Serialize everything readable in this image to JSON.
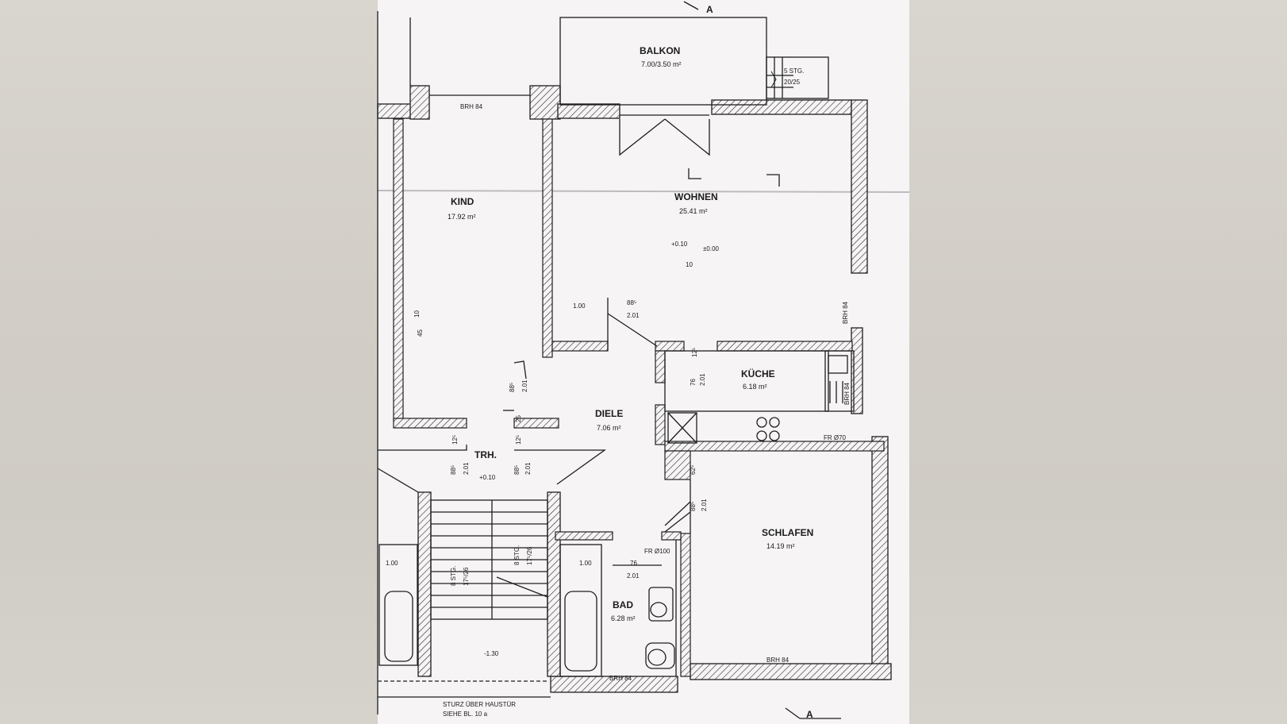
{
  "rooms": {
    "balkon": {
      "name": "BALKON",
      "area": "7.00/3.50 m²"
    },
    "kind": {
      "name": "KIND",
      "area": "17.92 m²"
    },
    "wohnen": {
      "name": "WOHNEN",
      "area": "25.41 m²"
    },
    "kueche": {
      "name": "KÜCHE",
      "area": "6.18 m²"
    },
    "diele": {
      "name": "DIELE",
      "area": "7.06 m²"
    },
    "trh": {
      "name": "TRH."
    },
    "schlafen": {
      "name": "SCHLAFEN",
      "area": "14.19 m²"
    },
    "bad": {
      "name": "BAD",
      "area": "6.28 m²"
    }
  },
  "labels": {
    "brh_kind": "BRH 84",
    "brh_wohnen": "BRH 84",
    "brh_kueche": "BRH 84",
    "brh_schlafen": "BRH 84",
    "brh_bad": "BRH 84",
    "stairs_outside": "5 STG.",
    "stairs_outside_ratio": "20/25",
    "stairs_left": "8 STG.",
    "stairs_left_ratio": "17⁵/26",
    "stairs_right": "8 STG.",
    "stairs_right_ratio": "17⁵/26",
    "fr_kueche": "FR Ø70",
    "fr_bad": "FR Ø100",
    "level_wohnen_a": "+0.10",
    "level_wohnen_b": "±0.00",
    "level_wohnen_c": "10",
    "level_trh": "+0.10",
    "level_lower": "-1.30",
    "section_top": "A",
    "section_bottom": "A",
    "note_line1": "STURZ ÜBER HAUSTÜR",
    "note_line2": "SIEHE BL. 10 a"
  },
  "dimensions": {
    "kind_door_w": "88⁵",
    "kind_door_h": "2.01",
    "kind_45": "45",
    "kind_10": "10",
    "wohnen_100": "1.00",
    "wohnen_door_w": "88⁵",
    "wohnen_door_h": "2.01",
    "kueche_76": "76",
    "kueche_201": "2.01",
    "kueche_125": "12⁵",
    "diele_125": "12⁵",
    "diele_25": "25",
    "trh_l_125": "12⁵",
    "trh_r_125": "12⁵",
    "trh_l_w": "88⁵",
    "trh_l_h": "2.01",
    "trh_r_w": "88⁵",
    "trh_r_h": "2.01",
    "schlafen_625": "62⁵",
    "schlafen_w": "88⁵",
    "schlafen_h": "2.01",
    "bad_76": "76",
    "bad_201": "2.01",
    "bad_100": "1.00",
    "left_100": "1.00"
  }
}
